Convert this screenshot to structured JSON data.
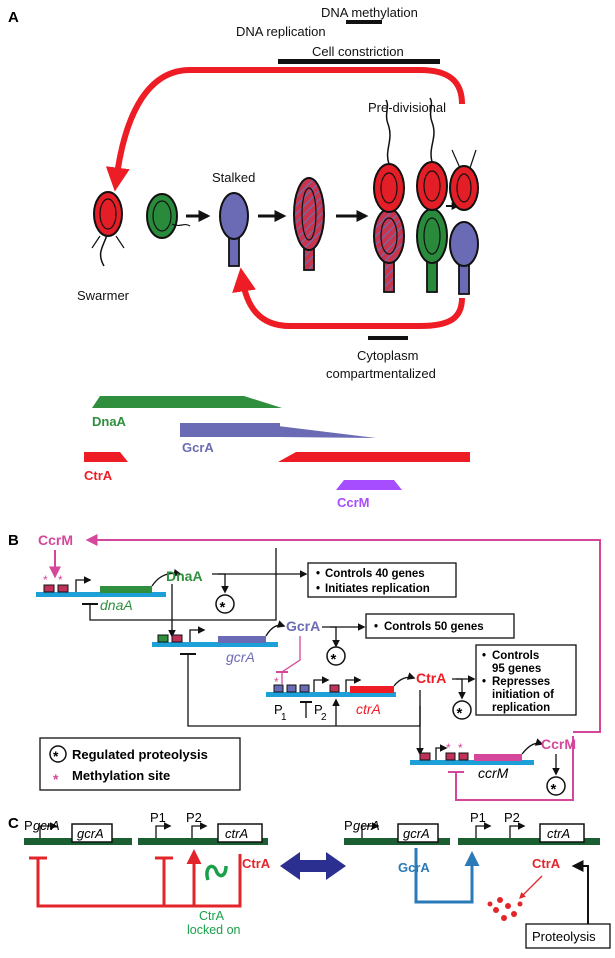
{
  "panelA": {
    "letter": "A",
    "phases": {
      "dna_methylation": "DNA methylation",
      "dna_replication": "DNA replication",
      "cell_constriction": "Cell constriction",
      "cytoplasm_line1": "Cytoplasm",
      "cytoplasm_line2": "compartmentalized"
    },
    "stages": {
      "swarmer": "Swarmer",
      "stalked": "Stalked",
      "predivisional": "Pre-divisional"
    },
    "proteins": {
      "dnaA": "DnaA",
      "gcrA": "GcrA",
      "ctrA": "CtrA",
      "ccrM": "CcrM"
    },
    "colors": {
      "swarmer": "#e31e26",
      "g1": "#2a8a3c",
      "stalked": "#6b6bb5",
      "hatch": "#c8344a",
      "arrow_red": "#ee1c24",
      "dnaA_band": "#2f8f3e",
      "gcrA_band": "#6b6bb5",
      "ctrA_band": "#ee1c24",
      "ccrM_band": "#a64dff"
    }
  },
  "panelB": {
    "letter": "B",
    "ccrM_top": "CcrM",
    "dnaA_protein": "DnaA",
    "dnaA_gene": "dnaA",
    "gcrA_protein": "GcrA",
    "gcrA_gene": "gcrA",
    "ctrA_protein": "CtrA",
    "ctrA_gene": "ctrA",
    "ccrM_protein": "CcrM",
    "ccrM_gene": "ccrM",
    "p1_main": "P",
    "p1_sub": "1",
    "p2_main": "P",
    "p2_sub": "2",
    "box_dnaA_1": "Controls 40 genes",
    "box_dnaA_2": "Initiates replication",
    "box_gcrA_1": "Controls 50 genes",
    "box_ctrA_1": "Controls",
    "box_ctrA_2": "95 genes",
    "box_ctrA_3": "Represses",
    "box_ctrA_4": "initiation of",
    "box_ctrA_5": "replication",
    "legend_proteolysis": "Regulated proteolysis",
    "legend_methylation": "Methylation site",
    "colors": {
      "dna": "#1d9fd8",
      "dnaA": "#2f8f3e",
      "gcrA": "#6b6bb5",
      "ctrA": "#ee1c24",
      "ccrM": "#d4479a"
    }
  },
  "panelC": {
    "letter": "C",
    "pgcrA_left_p": "P",
    "pgcrA_left_it": "gcrA",
    "gene_gcrA_left": "gcrA",
    "p1_left": "P1",
    "p2_left": "P2",
    "gene_ctrA_left": "ctrA",
    "ctrA_red": "CtrA",
    "locked_1": "CtrA",
    "locked_2": "locked on",
    "pgcrA_right_p": "P",
    "pgcrA_right_it": "gcrA",
    "gene_gcrA_right": "gcrA",
    "p1_right": "P1",
    "p2_right": "P2",
    "gene_ctrA_right": "ctrA",
    "gcrA_blue": "GcrA",
    "ctrA_right": "CtrA",
    "proteolysis": "Proteolysis",
    "colors": {
      "dna": "#1a5e32",
      "red": "#e3242b",
      "blue": "#2a7ab8",
      "green": "#1aa04a",
      "navy": "#2b2f8f"
    }
  }
}
